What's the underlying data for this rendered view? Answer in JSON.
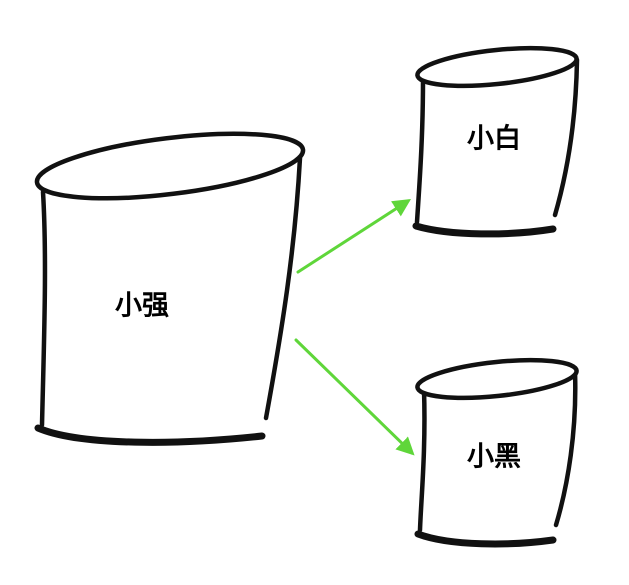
{
  "colors": {
    "arrow": "#5fd63a",
    "outline": "#111111",
    "label_fill": "#000000",
    "label_halo": "#ffffff"
  },
  "buckets": {
    "source": {
      "label": "小强"
    },
    "target_top": {
      "label": "小白"
    },
    "target_bottom": {
      "label": "小黑"
    }
  },
  "arrows": [
    {
      "from": "小强",
      "to": "小白"
    },
    {
      "from": "小强",
      "to": "小黑"
    }
  ]
}
